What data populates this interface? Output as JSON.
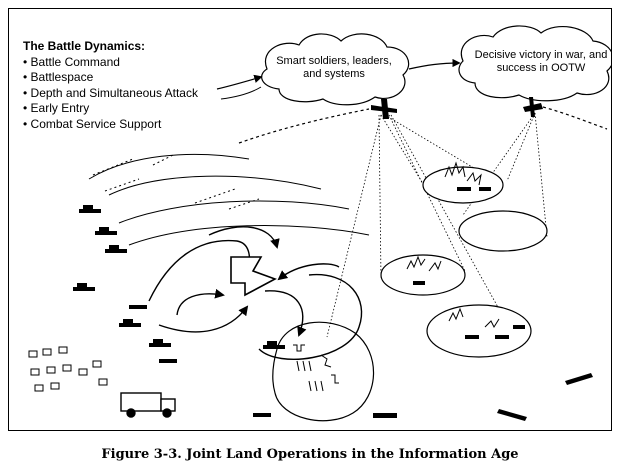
{
  "battle_dynamics": {
    "title": "The Battle Dynamics:",
    "items": [
      "Battle Command",
      "Battlespace",
      "Depth and Simultaneous Attack",
      "Early Entry",
      "Combat Service Support"
    ]
  },
  "clouds": {
    "first": "Smart soldiers, leaders, and systems",
    "second": "Decisive victory in war, and success in OOTW"
  },
  "caption": "Figure 3-3.  Joint Land Operations in the Information Age"
}
